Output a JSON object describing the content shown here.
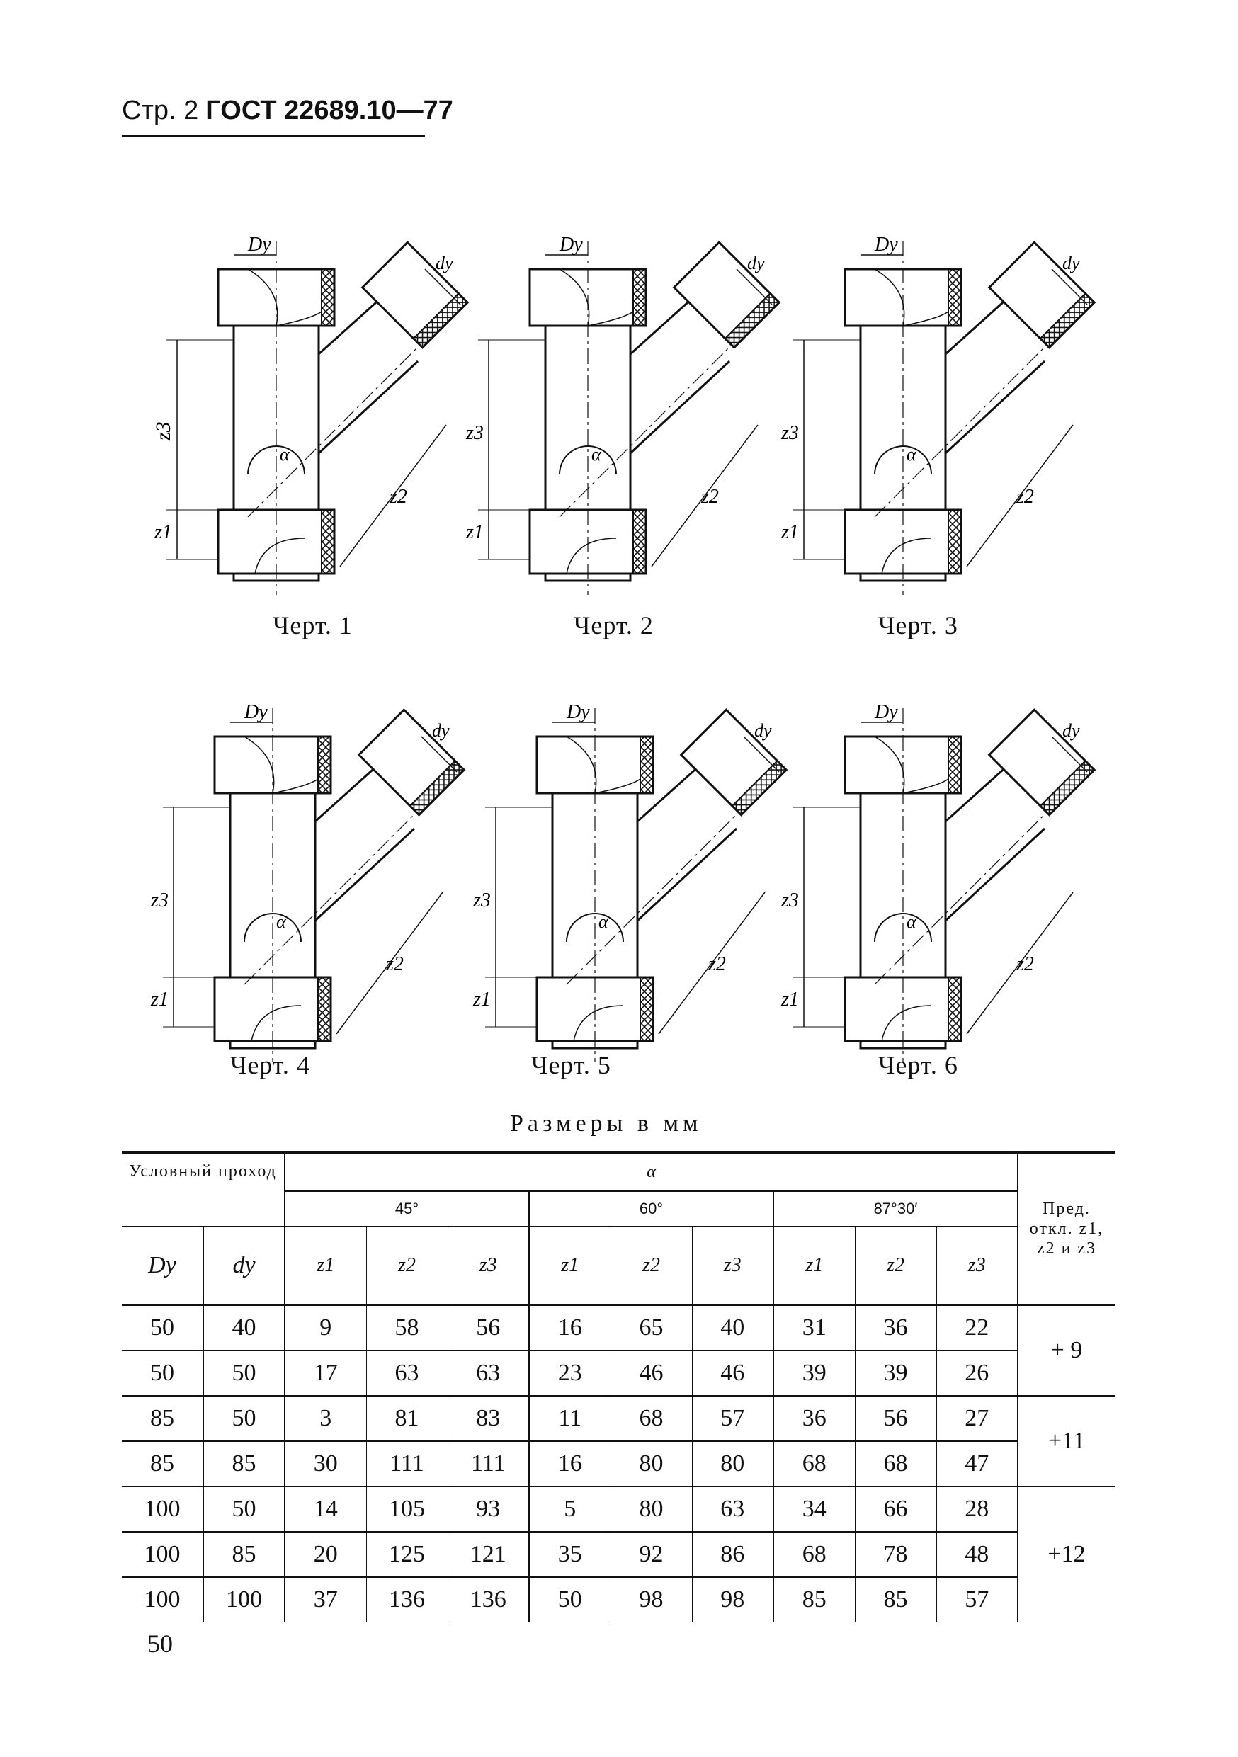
{
  "header": {
    "prefix": "Стр. 2",
    "standard": "ГОСТ 22689.10—77"
  },
  "drawings": [
    {
      "caption": "Черт. 1"
    },
    {
      "caption": "Черт. 2"
    },
    {
      "caption": "Черт. 3"
    },
    {
      "caption": "Черт. 4"
    },
    {
      "caption": "Черт. 5"
    },
    {
      "caption": "Черт. 6"
    }
  ],
  "labels": {
    "Dy": "Dy",
    "dy": "dy",
    "z1": "z1",
    "z2": "z2",
    "z3": "z3",
    "alpha": "α"
  },
  "table": {
    "title": "Размеры в мм",
    "head": {
      "nominal": "Условный проход",
      "alpha": "α",
      "angles": [
        "45°",
        "60°",
        "87°30′"
      ],
      "deviation": "Пред. откл. z1, z2 и z3",
      "Dy": "Dy",
      "dy": "dy",
      "z": [
        "z1",
        "z2",
        "z3"
      ]
    },
    "rows": [
      {
        "Dy": "50",
        "dy": "40",
        "v": [
          "9",
          "58",
          "56",
          "16",
          "65",
          "40",
          "31",
          "36",
          "22"
        ]
      },
      {
        "Dy": "50",
        "dy": "50",
        "v": [
          "17",
          "63",
          "63",
          "23",
          "46",
          "46",
          "39",
          "39",
          "26"
        ]
      },
      {
        "Dy": "85",
        "dy": "50",
        "v": [
          "3",
          "81",
          "83",
          "11",
          "68",
          "57",
          "36",
          "56",
          "27"
        ]
      },
      {
        "Dy": "85",
        "dy": "85",
        "v": [
          "30",
          "111",
          "111",
          "16",
          "80",
          "80",
          "68",
          "68",
          "47"
        ]
      },
      {
        "Dy": "100",
        "dy": "50",
        "v": [
          "14",
          "105",
          "93",
          "5",
          "80",
          "63",
          "34",
          "66",
          "28"
        ]
      },
      {
        "Dy": "100",
        "dy": "85",
        "v": [
          "20",
          "125",
          "121",
          "35",
          "92",
          "86",
          "68",
          "78",
          "48"
        ]
      },
      {
        "Dy": "100",
        "dy": "100",
        "v": [
          "37",
          "136",
          "136",
          "50",
          "98",
          "98",
          "85",
          "85",
          "57"
        ]
      }
    ],
    "deviations": [
      "+ 9",
      "+11",
      "+12"
    ]
  },
  "page_number": "50"
}
